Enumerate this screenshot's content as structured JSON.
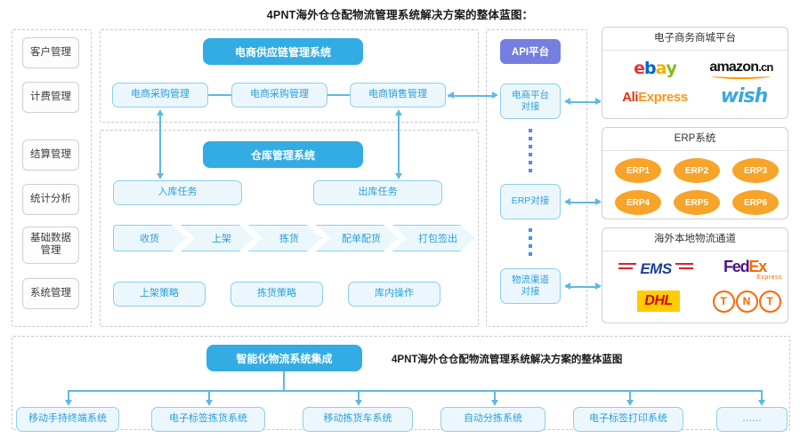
{
  "title": "4PNT海外仓仓配物流管理系统解决方案的整体蓝图：",
  "colors": {
    "accent_blue": "#33ace4",
    "light_blue_fill": "#ecf7fd",
    "light_blue_border": "#8ccfe9",
    "text_blue": "#2a9fd6",
    "api_purple": "#757fe0",
    "erp_orange": "#f6a42a",
    "panel_border": "#d0d0d0",
    "dashed_border": "#c9c9c9"
  },
  "sidebar": {
    "items": [
      {
        "label": "客户管理"
      },
      {
        "label": "计费管理"
      },
      {
        "label": "结算管理"
      },
      {
        "label": "统计分析"
      },
      {
        "label": "基础数据\n管理"
      },
      {
        "label": "系统管理"
      }
    ]
  },
  "supply_chain": {
    "header": "电商供应链管理系统",
    "modules": [
      {
        "label": "电商采购管理"
      },
      {
        "label": "电商采购管理"
      },
      {
        "label": "电商销售管理"
      }
    ]
  },
  "warehouse": {
    "header": "仓库管理系统",
    "tasks": [
      {
        "label": "入库任务"
      },
      {
        "label": "出库任务"
      }
    ],
    "process_steps": [
      {
        "label": "收货"
      },
      {
        "label": "上架"
      },
      {
        "label": "拣货"
      },
      {
        "label": "配单配货"
      },
      {
        "label": "打包签出"
      }
    ],
    "strategies": [
      {
        "label": "上架策略"
      },
      {
        "label": "拣货策略"
      },
      {
        "label": "库内操作"
      }
    ]
  },
  "api": {
    "header": "API平台",
    "connectors": [
      {
        "label": "电商平台\n对接"
      },
      {
        "label": "ERP对接"
      },
      {
        "label": "物流渠道\n对接"
      }
    ]
  },
  "panels": {
    "ecommerce": {
      "title": "电子商务商城平台",
      "logos": [
        {
          "name": "ebay-logo",
          "text": "ebay"
        },
        {
          "name": "amazon-logo",
          "text": "amazon",
          "suffix": ".cn"
        },
        {
          "name": "aliexpress-logo",
          "text": "AliExpress"
        },
        {
          "name": "wish-logo",
          "text": "wish"
        }
      ]
    },
    "erp": {
      "title": "ERP系统",
      "items": [
        {
          "label": "ERP1"
        },
        {
          "label": "ERP2"
        },
        {
          "label": "ERP3"
        },
        {
          "label": "ERP4"
        },
        {
          "label": "ERP5"
        },
        {
          "label": "ERP6"
        }
      ]
    },
    "logistics": {
      "title": "海外本地物流通道",
      "logos": [
        {
          "name": "ems-logo",
          "text": "EMS"
        },
        {
          "name": "fedex-logo",
          "text": "FedEx",
          "sub": "Express"
        },
        {
          "name": "dhl-logo",
          "text": "DHL"
        },
        {
          "name": "tnt-logo",
          "text": "TNT"
        }
      ]
    }
  },
  "bottom": {
    "header": "智能化物流系统集成",
    "caption": "4PNT海外仓仓配物流管理系统解决方案的整体蓝图",
    "items": [
      {
        "label": "移动手持终端系统"
      },
      {
        "label": "电子标签拣货系统"
      },
      {
        "label": "移动拣货车系统"
      },
      {
        "label": "自动分拣系统"
      },
      {
        "label": "电子标签打印系统"
      },
      {
        "label": "……"
      }
    ]
  }
}
